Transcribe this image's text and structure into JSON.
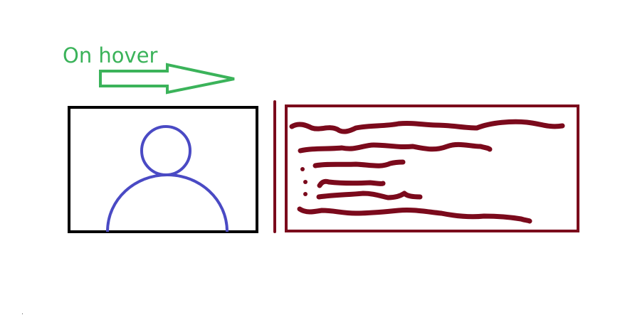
{
  "annotation": {
    "label": "On hover"
  },
  "colors": {
    "annotation": "#3bb35a",
    "avatar_frame": "#000000",
    "avatar_figure": "#4a4ac4",
    "content_panel": "#7b0a1c",
    "background": "#ffffff"
  },
  "icons": {
    "arrow": "right-arrow-icon",
    "avatar": "user-avatar-icon"
  },
  "content_panel": {
    "placeholder_lines": 2,
    "bullet_items": 3,
    "trailing_lines": 1
  }
}
